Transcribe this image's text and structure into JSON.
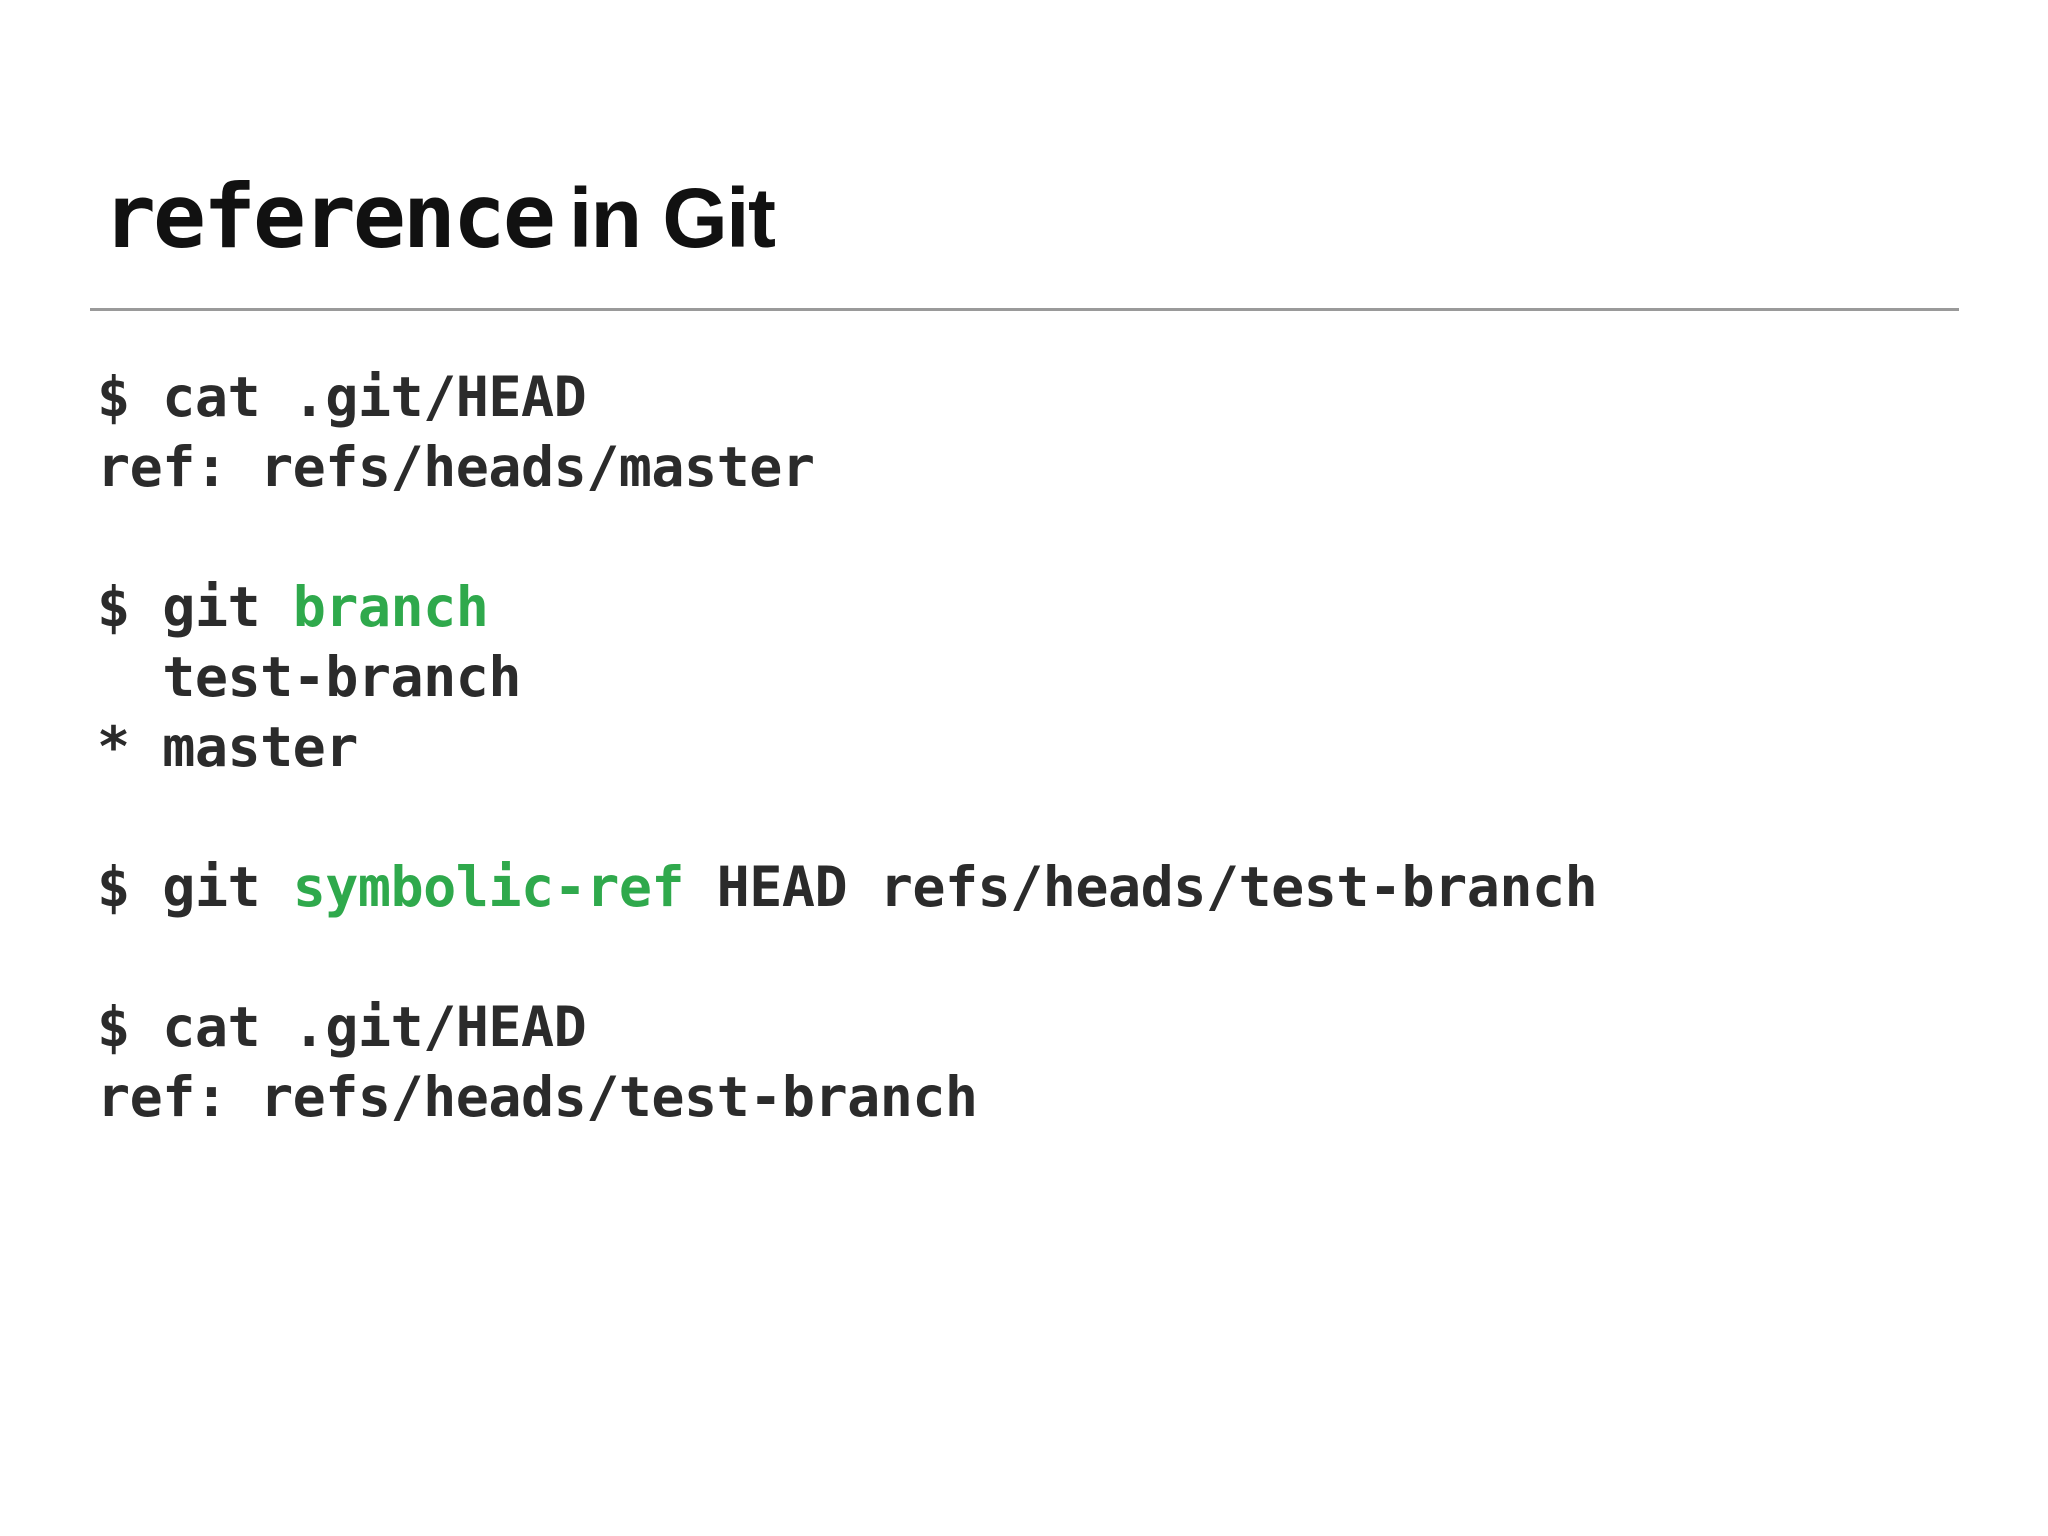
{
  "title": {
    "keyword": "reference",
    "suffix": "in Git"
  },
  "terminal": {
    "lines": [
      {
        "segments": [
          {
            "text": "$ cat .git/HEAD",
            "style": "plain"
          }
        ]
      },
      {
        "segments": [
          {
            "text": "ref: refs/heads/master",
            "style": "plain"
          }
        ]
      },
      {
        "segments": []
      },
      {
        "segments": [
          {
            "text": "$ git ",
            "style": "plain"
          },
          {
            "text": "branch",
            "style": "green"
          }
        ]
      },
      {
        "segments": [
          {
            "text": "  test-branch",
            "style": "plain"
          }
        ]
      },
      {
        "segments": [
          {
            "text": "* master",
            "style": "plain"
          }
        ]
      },
      {
        "segments": []
      },
      {
        "segments": [
          {
            "text": "$ git ",
            "style": "plain"
          },
          {
            "text": "symbolic-ref",
            "style": "green"
          },
          {
            "text": " HEAD refs/heads/test-branch",
            "style": "plain"
          }
        ]
      },
      {
        "segments": []
      },
      {
        "segments": [
          {
            "text": "$ cat .git/HEAD",
            "style": "plain"
          }
        ]
      },
      {
        "segments": [
          {
            "text": "ref: refs/heads/test-branch",
            "style": "plain"
          }
        ]
      }
    ]
  },
  "colors": {
    "background": "#ffffff",
    "title_text": "#111111",
    "code_text": "#2b2b2b",
    "divider_gray": "#9a9a9a",
    "command_green": "#2FA94C"
  }
}
